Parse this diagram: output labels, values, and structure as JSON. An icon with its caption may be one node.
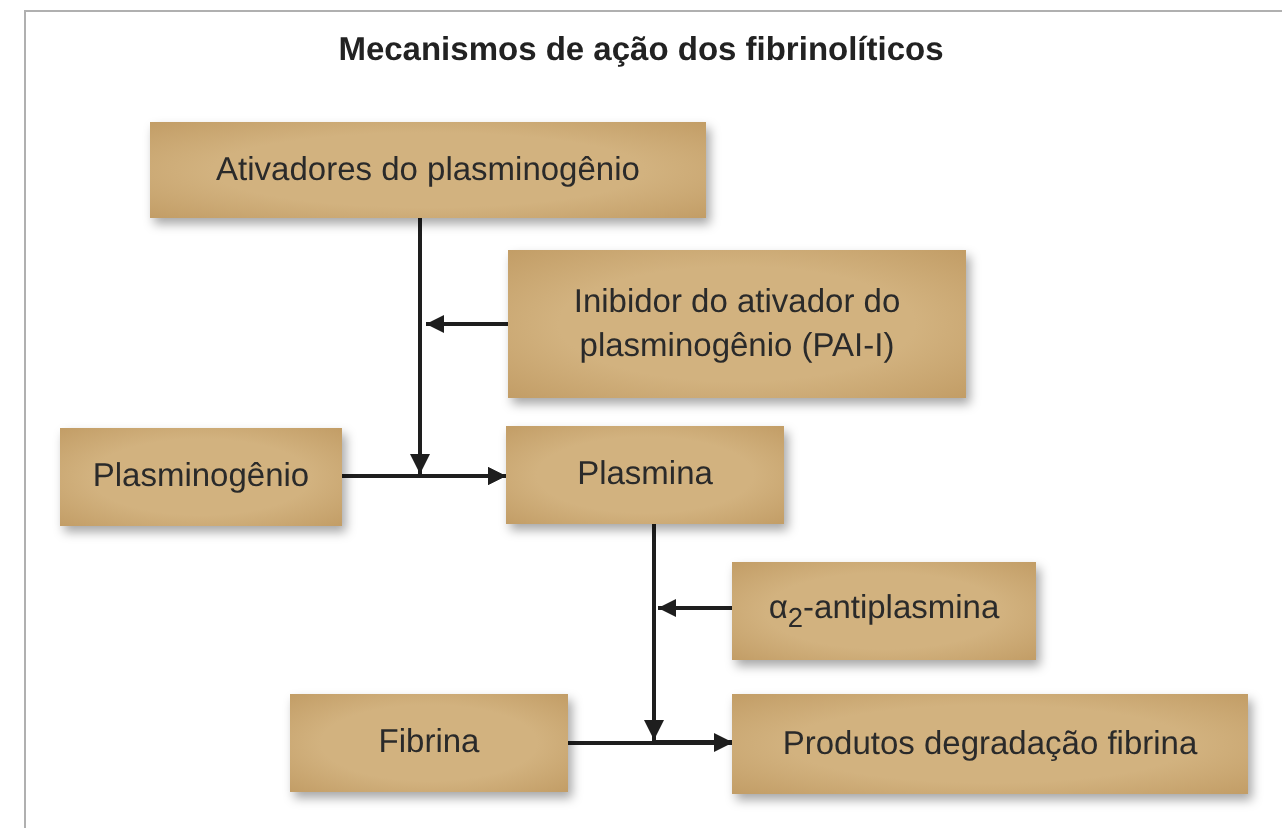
{
  "diagram": {
    "title": "Mecanismos de ação dos fibrinolíticos",
    "nodes": [
      {
        "text": [
          "Ativadores do plasminogênio"
        ]
      },
      {
        "text": [
          "Inibidor do ativador do plasminogênio (PAI-I)"
        ]
      },
      {
        "text": [
          "Plasminogênio"
        ]
      },
      {
        "text": [
          "Plasmina"
        ]
      },
      {
        "text": [
          "α$_{2}$-antiplasmina"
        ]
      },
      {
        "text": [
          "Fibrina"
        ]
      },
      {
        "text": [
          "Produtos degradação fibrina"
        ]
      }
    ],
    "edges": [
      {
        "from": 0,
        "to": 3,
        "arrow": "to"
      },
      {
        "from": 1,
        "to": null,
        "arrow": "to"
      },
      {
        "from": 2,
        "to": 3,
        "arrow": "to"
      },
      {
        "from": 3,
        "to": 6,
        "arrow": "to"
      },
      {
        "from": 4,
        "to": null,
        "arrow": "to"
      },
      {
        "from": 5,
        "to": 6,
        "arrow": "to"
      }
    ]
  }
}
